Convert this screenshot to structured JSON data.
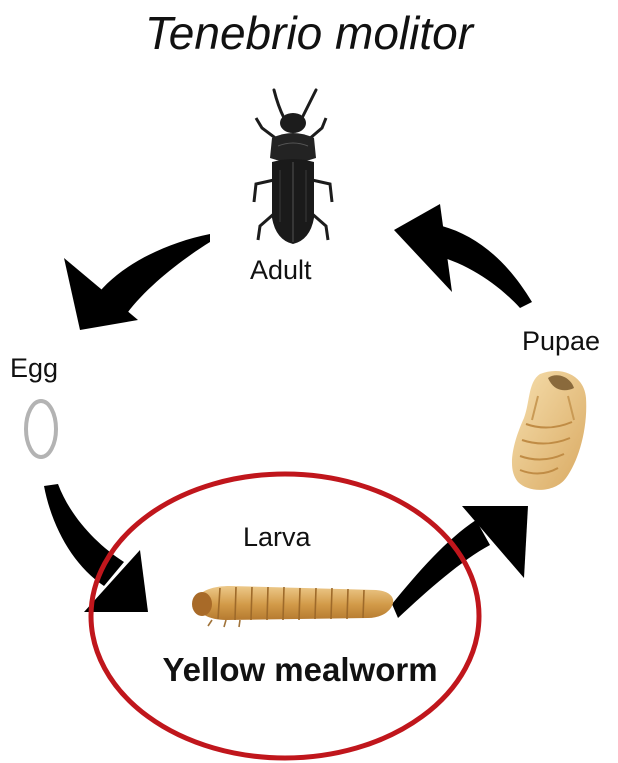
{
  "title": "Tenebrio molitor",
  "stages": {
    "adult": "Adult",
    "egg": "Egg",
    "pupae": "Pupae",
    "larva": "Larva"
  },
  "highlight": {
    "common_name": "Yellow mealworm",
    "ring_color": "#c0161c"
  },
  "colors": {
    "arrow": "#000000",
    "beetle": "#1c1c1c",
    "egg_outline": "#b3b3b3",
    "larva_body": "#d9a95a",
    "pupa_body": "#ecc98a"
  }
}
